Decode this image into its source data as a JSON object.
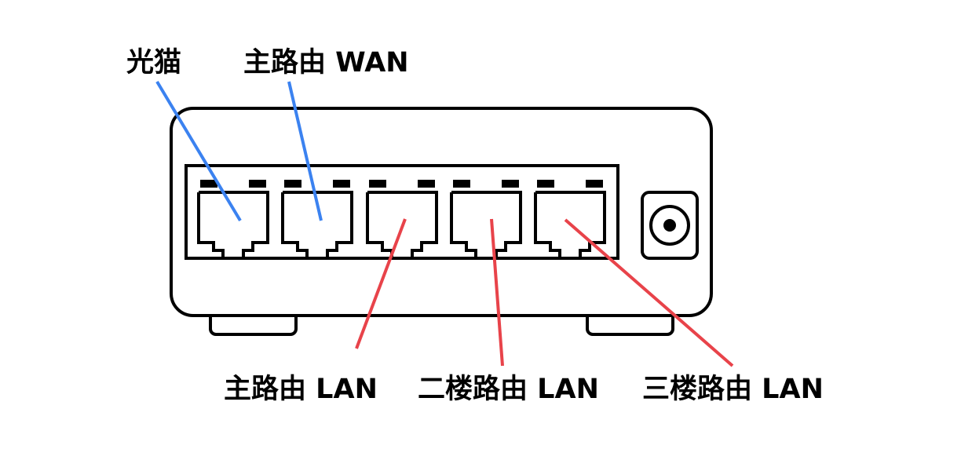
{
  "labels": {
    "modem": "光猫",
    "main_router_wan": "主路由 WAN",
    "main_router_lan": "主路由 LAN",
    "second_floor_router_lan": "二楼路由 LAN",
    "third_floor_router_lan": "三楼路由 LAN"
  },
  "ports": [
    {
      "index": 1,
      "assigned_to": "modem",
      "line_color": "#3b82f0"
    },
    {
      "index": 2,
      "assigned_to": "main_router_wan",
      "line_color": "#3b82f0"
    },
    {
      "index": 3,
      "assigned_to": "main_router_lan",
      "line_color": "#e8434a"
    },
    {
      "index": 4,
      "assigned_to": "second_floor_router_lan",
      "line_color": "#e8434a"
    },
    {
      "index": 5,
      "assigned_to": "third_floor_router_lan",
      "line_color": "#e8434a"
    }
  ],
  "colors": {
    "wan_line": "#3b82f0",
    "lan_line": "#e8434a",
    "outline": "#000000"
  }
}
